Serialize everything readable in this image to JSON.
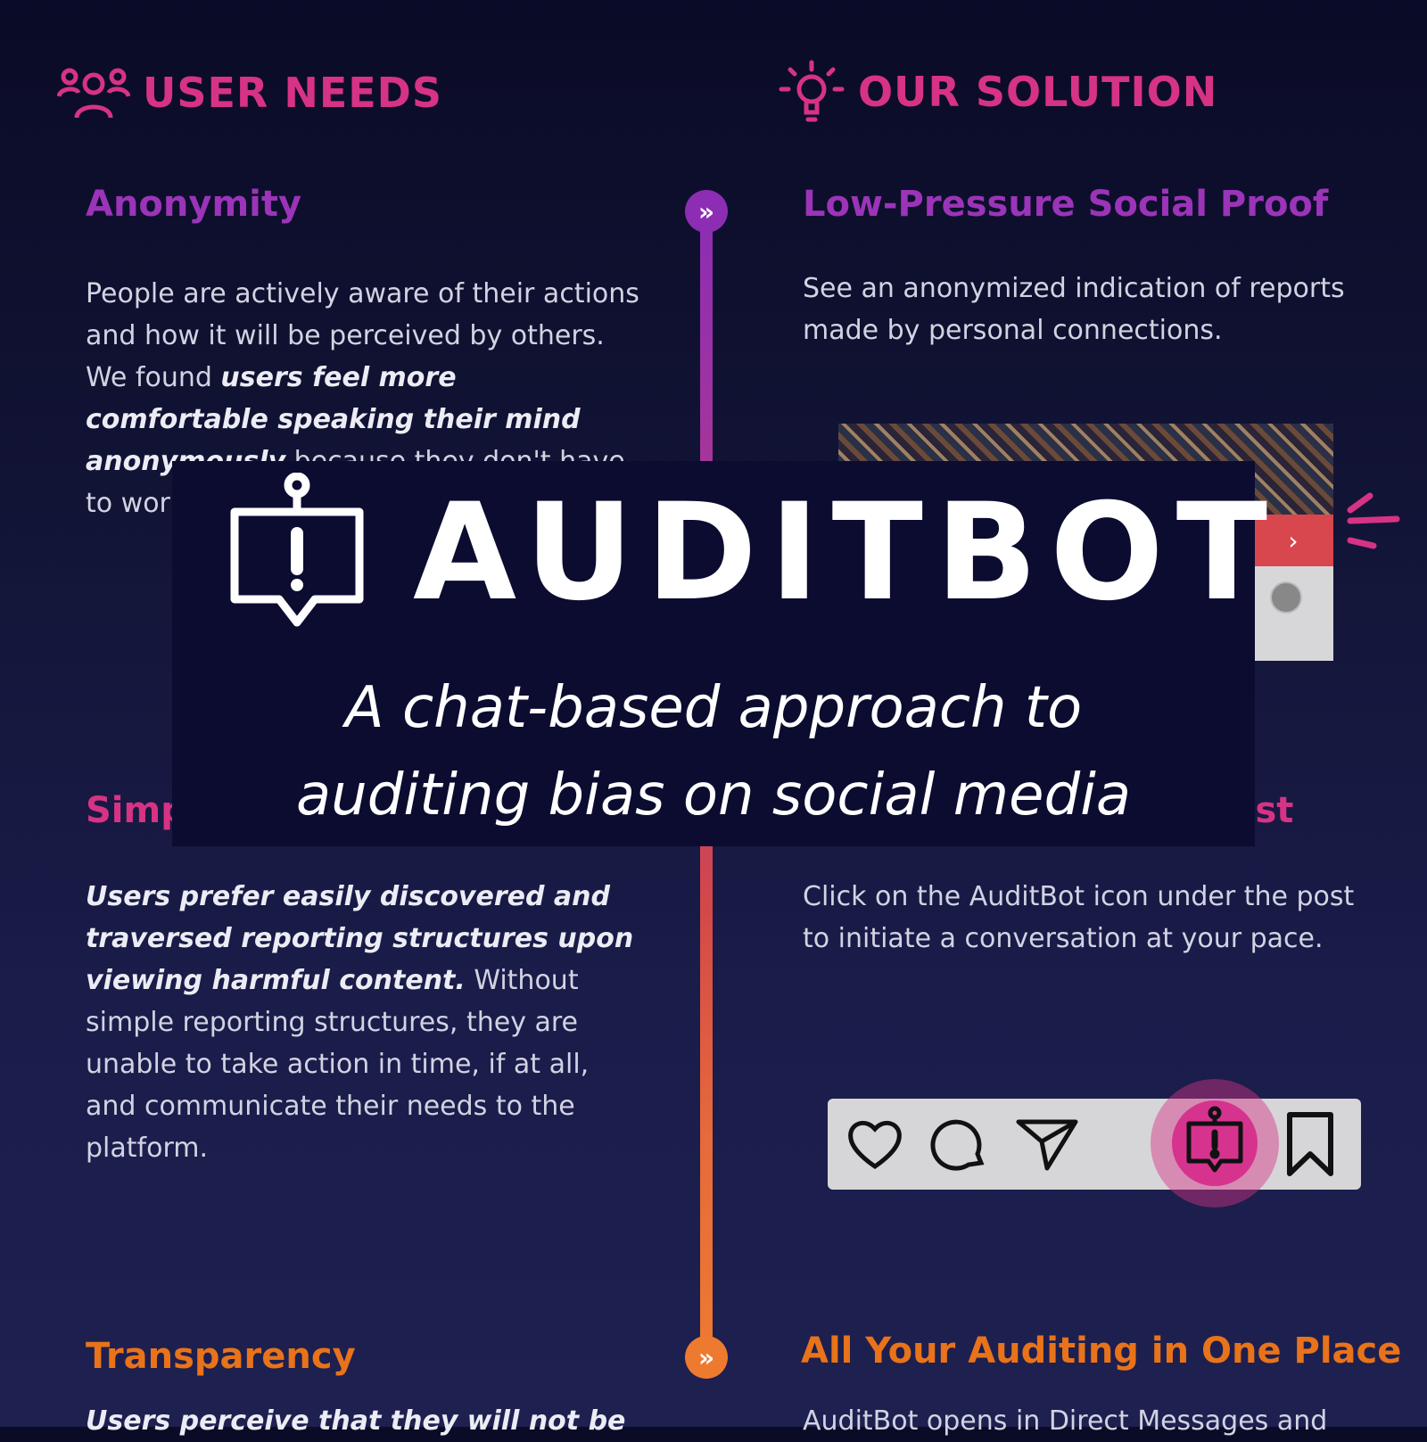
{
  "colors": {
    "accent_pink": "#d63384",
    "accent_purple": "#9b34b8",
    "accent_orange": "#e8731a",
    "banner_bg": "#0b0c30"
  },
  "headers": {
    "user_needs": {
      "icon": "users-icon",
      "label": "USER NEEDS"
    },
    "our_solution": {
      "icon": "lightbulb-icon",
      "label": "OUR SOLUTION"
    }
  },
  "user_needs": [
    {
      "title": "Anonymity",
      "text_plain_1": "People are actively aware of their actions and how it will be perceived by others. We found ",
      "text_bold": "users feel more comfortable speaking their mind anonymously",
      "text_plain_2": " because they don't have to worry about being exposed."
    },
    {
      "title": "Simp",
      "text_bold": "Users prefer easily discovered and traversed reporting structures upon viewing harmful content.",
      "text_plain": " Without simple reporting structures, they are unable to take action in time, if at all, and communicate their needs to the platform."
    },
    {
      "title": "Transparency",
      "text_bold": "Users perceive that they will not be"
    }
  ],
  "solutions": [
    {
      "title": "Low-Pressure Social Proof",
      "text": "See an anonymized indication of reports made by personal connections."
    },
    {
      "title": "ost",
      "text": "Click on the AuditBot icon under the post to initiate a conversation at your pace."
    },
    {
      "title": "All Your Auditing in One Place",
      "text": "AuditBot opens in Direct Messages and"
    }
  ],
  "timeline_nodes": [
    {
      "icon": "chevrons-right-icon",
      "color": "#8c2db4"
    },
    {
      "icon": "chevrons-right-icon",
      "color": "#ee7a30"
    }
  ],
  "post_actions": [
    "heart-icon",
    "comment-icon",
    "send-icon",
    "auditbot-icon",
    "bookmark-icon"
  ],
  "banner": {
    "logo_icon": "alert-chat-icon",
    "title": "AUDITBOT",
    "tagline_line1": "A chat-based approach to",
    "tagline_line2": "auditing bias on social media"
  }
}
